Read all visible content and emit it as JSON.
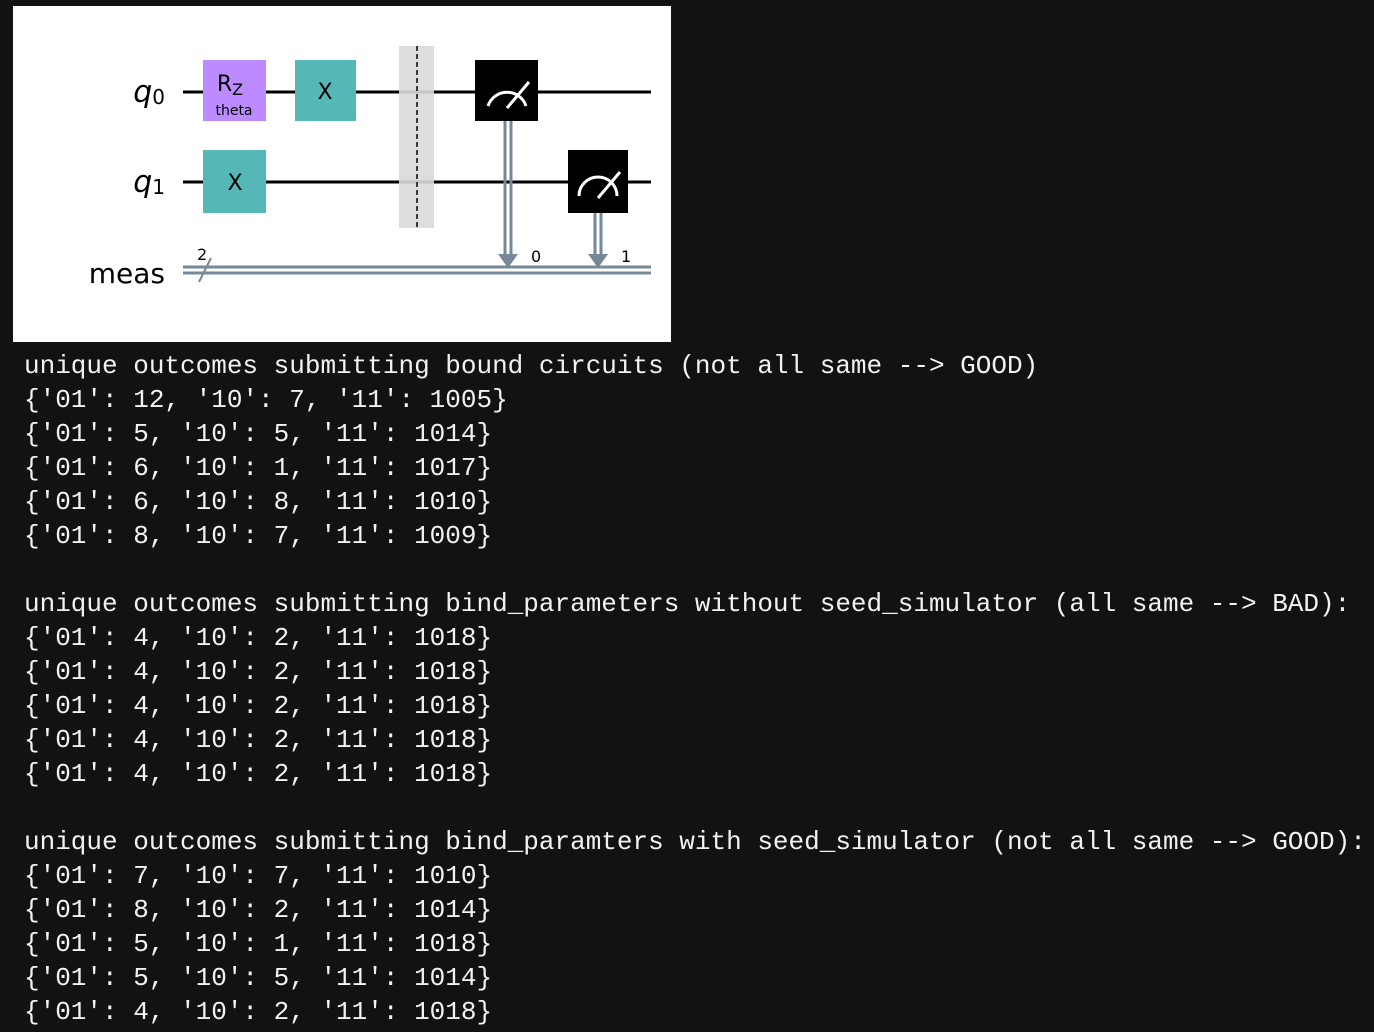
{
  "circuit": {
    "qubits": [
      {
        "label": "q",
        "index": "0"
      },
      {
        "label": "q",
        "index": "1"
      }
    ],
    "creg": {
      "label": "meas",
      "size": "2",
      "bits": [
        "0",
        "1"
      ]
    },
    "gates": {
      "rz": {
        "label": "R",
        "sub": "Z",
        "param": "theta",
        "color": "#bb8bff"
      },
      "x": {
        "label": "X",
        "color": "#56b8b6"
      },
      "measure_color": "#000000",
      "barrier_color": "#d9d9d9",
      "classical_color": "#778899"
    }
  },
  "output": {
    "sections": [
      {
        "header": "unique outcomes submitting bound circuits (not all same --> GOOD)",
        "rows": [
          "{'01': 12, '10': 7, '11': 1005}",
          "{'01': 5, '10': 5, '11': 1014}",
          "{'01': 6, '10': 1, '11': 1017}",
          "{'01': 6, '10': 8, '11': 1010}",
          "{'01': 8, '10': 7, '11': 1009}"
        ]
      },
      {
        "header": "unique outcomes submitting bind_parameters without seed_simulator (all same --> BAD):",
        "rows": [
          "{'01': 4, '10': 2, '11': 1018}",
          "{'01': 4, '10': 2, '11': 1018}",
          "{'01': 4, '10': 2, '11': 1018}",
          "{'01': 4, '10': 2, '11': 1018}",
          "{'01': 4, '10': 2, '11': 1018}"
        ]
      },
      {
        "header": "unique outcomes submitting bind_paramters with seed_simulator (not all same --> GOOD):",
        "rows": [
          "{'01': 7, '10': 7, '11': 1010}",
          "{'01': 8, '10': 2, '11': 1014}",
          "{'01': 5, '10': 1, '11': 1018}",
          "{'01': 5, '10': 5, '11': 1014}",
          "{'01': 4, '10': 2, '11': 1018}"
        ]
      }
    ]
  }
}
